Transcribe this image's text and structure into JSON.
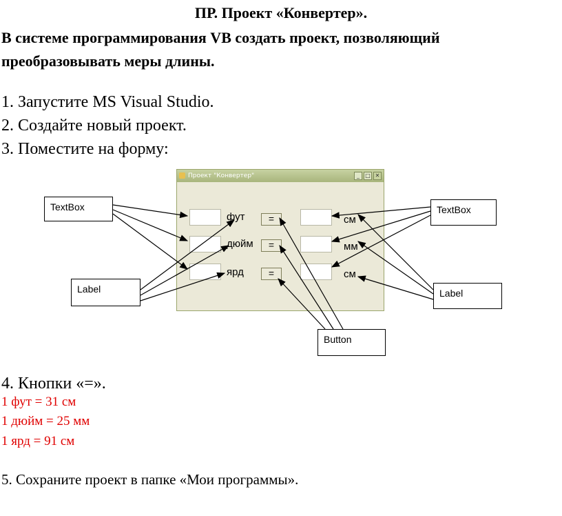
{
  "title": "ПР. Проект «Конвертер».",
  "intro": "В системе программирования VB создать проект, позволяющий преобразовывать меры длины.",
  "steps": {
    "s1": "1. Запустите MS Visual Studio.",
    "s2": "2. Создайте новый проект.",
    "s3": "3. Поместите на форму:",
    "s4": "4. Кнопки «=».",
    "s5": "5. Сохраните проект в папке «Мои программы»."
  },
  "conversions": [
    "1 фут = 31 см",
    "1 дюйм = 25 мм",
    "1 ярд = 91 см"
  ],
  "form": {
    "title": "Проект \"Конвертер\"",
    "left_labels": [
      "фут",
      "дюйм",
      "ярд"
    ],
    "right_labels": [
      "см",
      "мм",
      "см"
    ],
    "button_label": "="
  },
  "callouts": {
    "textbox_left": "TextBox",
    "textbox_right": "TextBox",
    "label_left": "Label",
    "label_right": "Label",
    "button": "Button"
  },
  "colors": {
    "conversion_text": "#e00000",
    "form_bg": "#ebe9d8",
    "form_title": "#a8b57c"
  },
  "icons": {
    "window_minimize": "minimize-icon",
    "window_maximize": "maximize-icon",
    "window_close": "close-icon"
  }
}
